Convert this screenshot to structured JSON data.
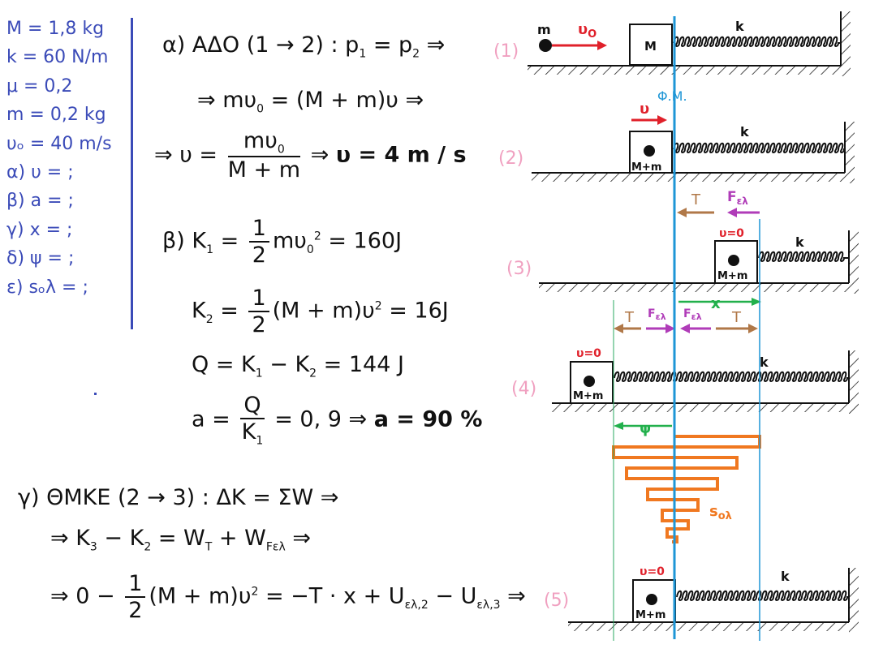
{
  "given": {
    "M": "M = 1,8 kg",
    "k": "k = 60 N/m",
    "mu": "μ = 0,2",
    "m": "m = 0,2 kg",
    "u0": "υₒ = 40 m/s",
    "qa": "α) υ = ;",
    "qb": "β) a = ;",
    "qc": "γ) x = ;",
    "qd": "δ) ψ = ;",
    "qe": "ε) sₒλ = ;"
  },
  "solution": {
    "a1_lhs": "α) ΑΔΟ (1 → 2) : p",
    "a1_rhs": " = p",
    "a1_end": " ⇒",
    "a2": "⇒ mυ",
    "a2_rest": " = (M + m)υ ⇒",
    "a3_pre": "⇒  υ =",
    "a3_num": "mυ",
    "a3_den": "M + m",
    "a3_arrow": "⇒",
    "a3_result": "υ = 4 m / s",
    "b1_pre": "β) K",
    "b1_eq": " =",
    "b1_num": "1",
    "b1_den": "2",
    "b1_rest": "mυ",
    "b1_val": " = 160J",
    "b2_pre": "K",
    "b2_eq": " =",
    "b2_num": "1",
    "b2_den": "2",
    "b2_rest": "(M + m)υ",
    "b2_val": " = 16J",
    "b3": "Q = K",
    "b3_mid": " − K",
    "b3_val": " = 144 J",
    "b4_pre": "a =",
    "b4_num": "Q",
    "b4_den": "K",
    "b4_rest": " = 0, 9 ⇒",
    "b4_result": "a = 90 %",
    "c1": "γ) ΘΜΚΕ (2 → 3) : ΔK = ΣW ⇒",
    "c2_pre": "⇒ K",
    "c2_mid": " − K",
    "c2_eq": " = W",
    "c2_plus": " + W",
    "c2_end": " ⇒",
    "c3_pre": "⇒ 0 −",
    "c3_num": "1",
    "c3_den": "2",
    "c3_rest": "(M + m)υ",
    "c3_eq": " = −T · x + U",
    "c3_minus": " − U",
    "c3_end": " ⇒",
    "sub_1": "1",
    "sub_2": "2",
    "sub_3": "3",
    "sub_0": "0",
    "sup_2": "2",
    "sub_T": "T",
    "sub_Fel": "Fελ",
    "sub_el2": "ελ,2",
    "sub_el3": "ελ,3"
  },
  "figure": {
    "states": [
      "(1)",
      "(2)",
      "(3)",
      "(4)",
      "(5)"
    ],
    "m_label": "m",
    "M_label": "M",
    "Mm_label": "M+m",
    "k_label": "k",
    "u0_label": "υ",
    "u0_sub": "O",
    "u_label": "υ",
    "u_zero": "υ=0",
    "fm_label": "Φ.Μ.",
    "T_label": "T",
    "F_label": "F",
    "F_sub": "ελ",
    "x_label": "x",
    "psi_label": "ψ",
    "sol_label": "s",
    "sol_sub": "ολ",
    "colors": {
      "spring_black": "#111111",
      "velocity_red": "#e0202a",
      "friction_brown": "#b07848",
      "elastic_purple": "#b03cb8",
      "distance_green": "#22b04c",
      "path_orange": "#f07820",
      "position_blue": "#1e96d6",
      "state_pink": "#f0a0c0"
    }
  }
}
